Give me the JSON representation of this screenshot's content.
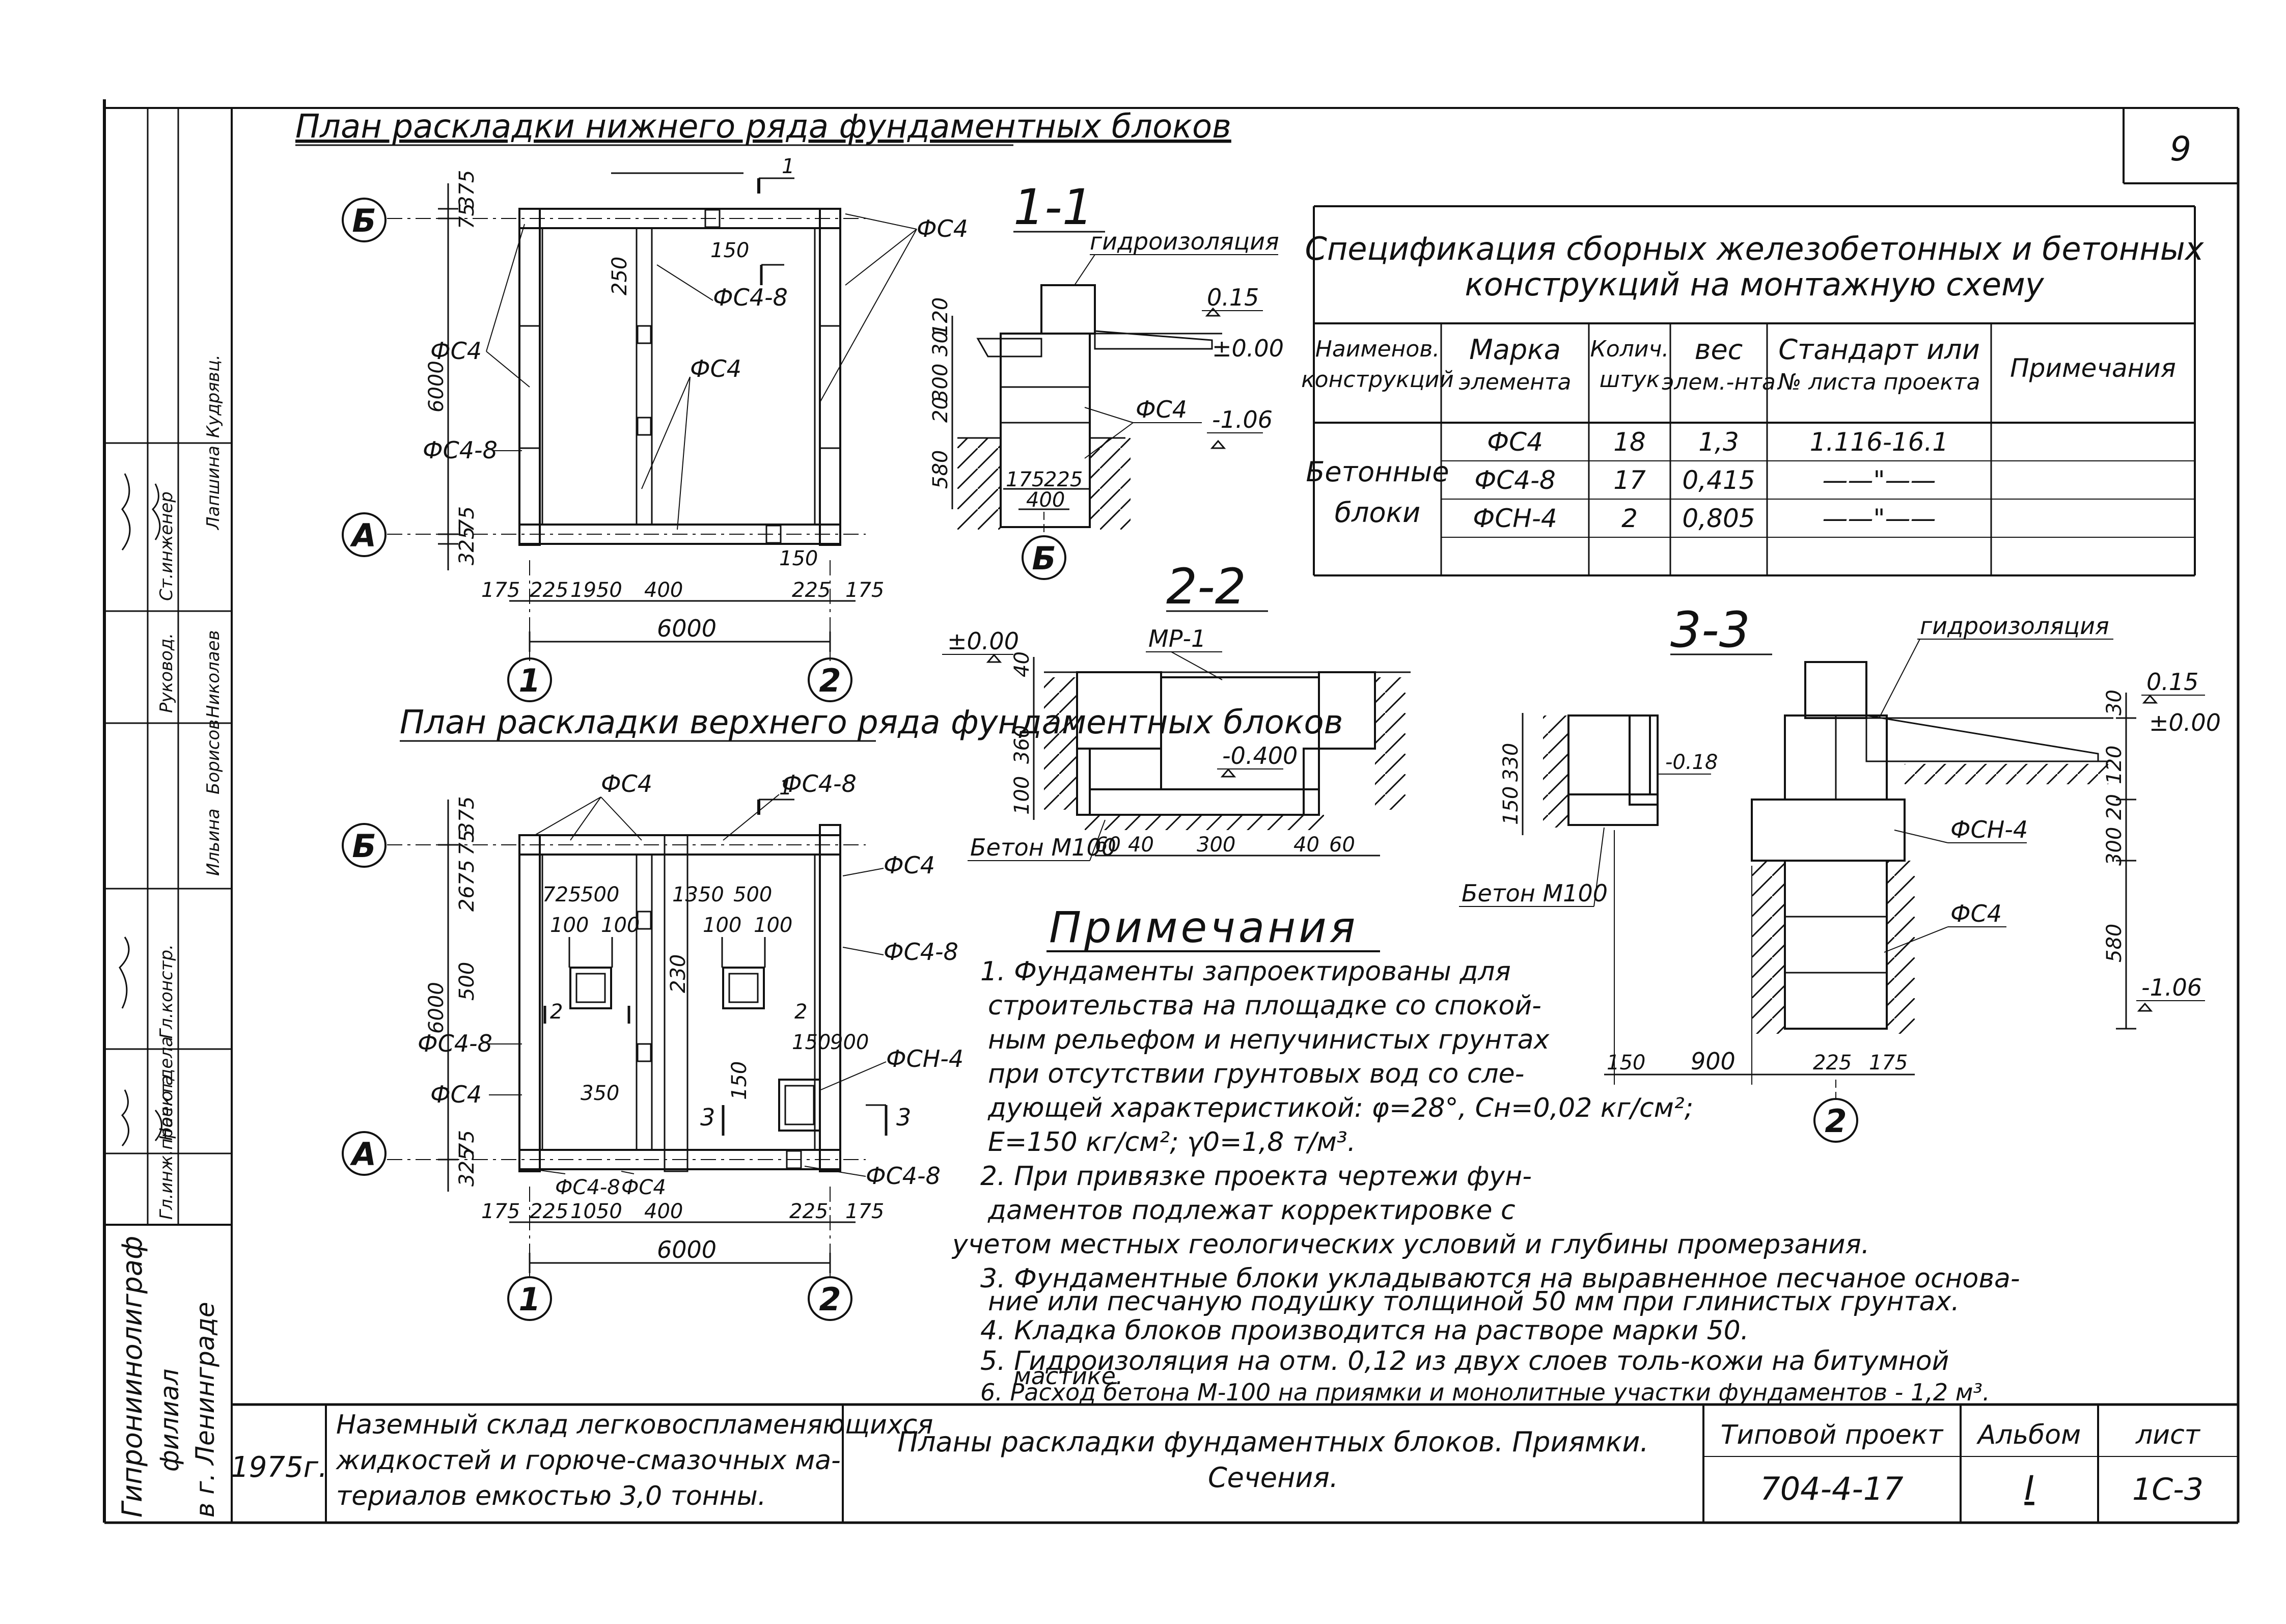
{
  "sheet": {
    "page_number": "9",
    "block_title_vertical": [
      "Гипрониинолиграф",
      "филиал",
      "в г. Ленинграде"
    ],
    "block_year": "1975г.",
    "block_description": [
      "Наземный склад легковоспламеняющихся",
      "жидкостей и горюче-смазочных ма-",
      "териалов емкостью 3,0 тонны."
    ],
    "block_sheet_name": [
      "Планы раскладки фундаментных блоков. Приямки.",
      "Сечения."
    ],
    "block_project_label": "Типовой проект",
    "block_project_number": "704-4-17",
    "block_album_label": "Альбом",
    "block_album_value": "I",
    "block_sheet_label": "лист",
    "block_sheet_value": "1С-3"
  },
  "signatures": {
    "roles": [
      "Гл.инж.проекта",
      "Нач.отдела",
      "Гл.констр.",
      "Руковод.",
      "Ст.инженер"
    ],
    "names": [
      "Ильина",
      "Борисов",
      "Николаев",
      "Лапшина",
      "Кудрявц."
    ]
  },
  "plan_bottom": {
    "title": "План раскладки нижнего ряда фундаментных блоков",
    "axis_b": "Б",
    "axis_a": "А",
    "axis_1": "1",
    "axis_2": "2",
    "dim_total_width": "6000",
    "dim_total_height": "6000",
    "dims_bottom": [
      "175",
      "225",
      "1950",
      "400",
      "225",
      "175"
    ],
    "dim_top_375": "375",
    "dim_top_75": "75",
    "dim_bot_75": "75",
    "dim_bot_325": "325",
    "dim_250": "250",
    "dim_150_top": "150",
    "dim_150_bot": "150",
    "cut_mark": "1",
    "labels": [
      "ФС4",
      "ФС4",
      "ФС4-8",
      "ФС4",
      "ФС4-8"
    ]
  },
  "plan_top": {
    "title": "План раскладки верхнего ряда фундаментных блоков",
    "axis_b": "Б",
    "axis_a": "А",
    "axis_1": "1",
    "axis_2": "2",
    "dim_total_width": "6000",
    "dim_total_height": "6000",
    "dims_bottom": [
      "175",
      "225",
      "1050",
      "400",
      "225",
      "175"
    ],
    "dims_left": [
      "375",
      "75",
      "2675",
      "500",
      "75",
      "325"
    ],
    "labels": [
      "ФС4",
      "ФС4-8",
      "ФС4",
      "ФС4-8",
      "ФСН-4",
      "ФС4",
      "ФС4-8",
      "ФС4",
      "ФС4-8",
      "ФС4-8"
    ],
    "inner_dims": [
      "725",
      "500",
      "1350",
      "500",
      "100",
      "100",
      "100",
      "100",
      "350",
      "150",
      "900",
      "230",
      "150"
    ],
    "cut_marks": [
      "1",
      "2",
      "2",
      "3",
      "3"
    ]
  },
  "section_1_1": {
    "title": "1-1",
    "label_hydro": "гидроизоляция",
    "label_block": "ФС4",
    "levels": [
      "0.15",
      "±0.00",
      "-1.06"
    ],
    "dims_left": [
      "120",
      "30",
      "300",
      "20",
      "580"
    ],
    "dims_bottom": [
      "175",
      "225",
      "400"
    ],
    "axis": "Б"
  },
  "section_2_2": {
    "title": "2-2",
    "label_cover": "МР-1",
    "level_top": "±0.00",
    "level_bottom": "-0.400",
    "label_concrete": "Бетон М100",
    "dims_left": [
      "40",
      "360",
      "100"
    ],
    "dims_bottom": [
      "60",
      "40",
      "300",
      "40",
      "60"
    ]
  },
  "section_3_3": {
    "title": "3-3",
    "label_hydro": "гидроизоляция",
    "label_fsn": "ФСН-4",
    "label_fs": "ФС4",
    "label_concrete": "Бетон М100",
    "levels": [
      "0.15",
      "±0.00",
      "-0.18",
      "-1.06"
    ],
    "dims_left": [
      "330",
      "150"
    ],
    "dims_right": [
      "30",
      "120",
      "20",
      "300",
      "580"
    ],
    "dims_bottom": [
      "150",
      "900",
      "225",
      "175"
    ],
    "axis": "2"
  },
  "spec_table": {
    "title_line1": "Спецификация сборных железобетонных и бетонных",
    "title_line2": "конструкций на монтажную схему",
    "headers": [
      [
        "Наименов.",
        "конструкций"
      ],
      [
        "Марка",
        "элемента"
      ],
      [
        "Колич.",
        "штук"
      ],
      [
        "вес",
        "элем.-нта"
      ],
      [
        "Стандарт или",
        "№ листа проекта"
      ],
      [
        "Примечания"
      ]
    ],
    "group_label": [
      "Бетонные",
      "блоки"
    ],
    "rows": [
      {
        "mark": "ФС4",
        "qty": "18",
        "weight": "1,3",
        "standard": "1.116-16.1",
        "note": ""
      },
      {
        "mark": "ФС4-8",
        "qty": "17",
        "weight": "0,415",
        "standard": "——\"——",
        "note": ""
      },
      {
        "mark": "ФСН-4",
        "qty": "2",
        "weight": "0,805",
        "standard": "——\"——",
        "note": ""
      }
    ]
  },
  "notes": {
    "title": "Примечания",
    "lines": [
      "1. Фундаменты запроектированы для",
      "строительства на площадке со спокой-",
      "ным рельефом и непучинистых грунтах",
      "при отсутствии грунтовых вод со сле-",
      "дующей характеристикой: φ=28°, Cн=0,02 кг/см²;",
      "E=150 кг/см²; γ0=1,8 т/м³.",
      "2. При привязке проекта чертежи фун-",
      "даментов подлежат корректировке с",
      "учетом местных геологических условий и глубины промерзания.",
      "3. Фундаментные блоки укладываются на выравненное песчаное основа-",
      "ние или песчаную подушку толщиной 50 мм при глинистых грунтах.",
      "4. Кладка блоков производится на растворе марки 50.",
      "5. Гидроизоляция на отм. 0,12 из двух слоев толь-кожи на битумной",
      "мастике.",
      "6. Расход бетона М-100 на приямки и монолитные участки фундаментов - 1,2 м³."
    ]
  }
}
